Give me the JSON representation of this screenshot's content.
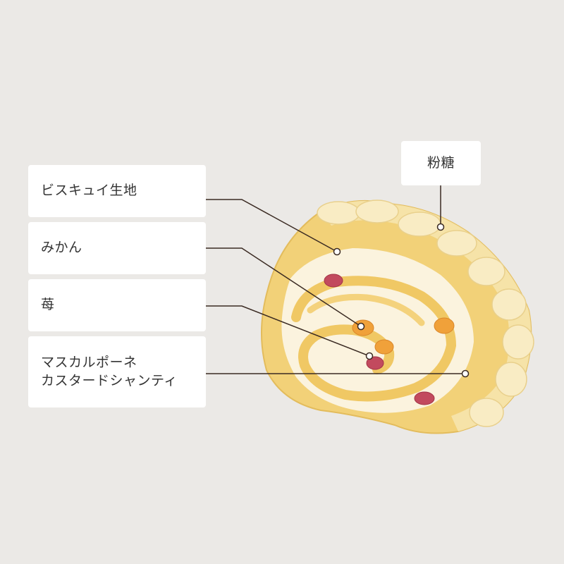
{
  "labels": {
    "biscuit": "ビスキュイ生地",
    "mikan": "みかん",
    "ichigo": "苺",
    "mascarpone": "マスカルポーネ\nカスタードシャンティ",
    "powdered_sugar": "粉糖"
  },
  "colors": {
    "background": "#ebe9e6",
    "label_background": "#ffffff",
    "leader_line": "#3a2a22",
    "sponge": "#f2d178",
    "cream": "#fbf3de",
    "mikan": "#f0a13a",
    "ichigo": "#c24a5e"
  }
}
